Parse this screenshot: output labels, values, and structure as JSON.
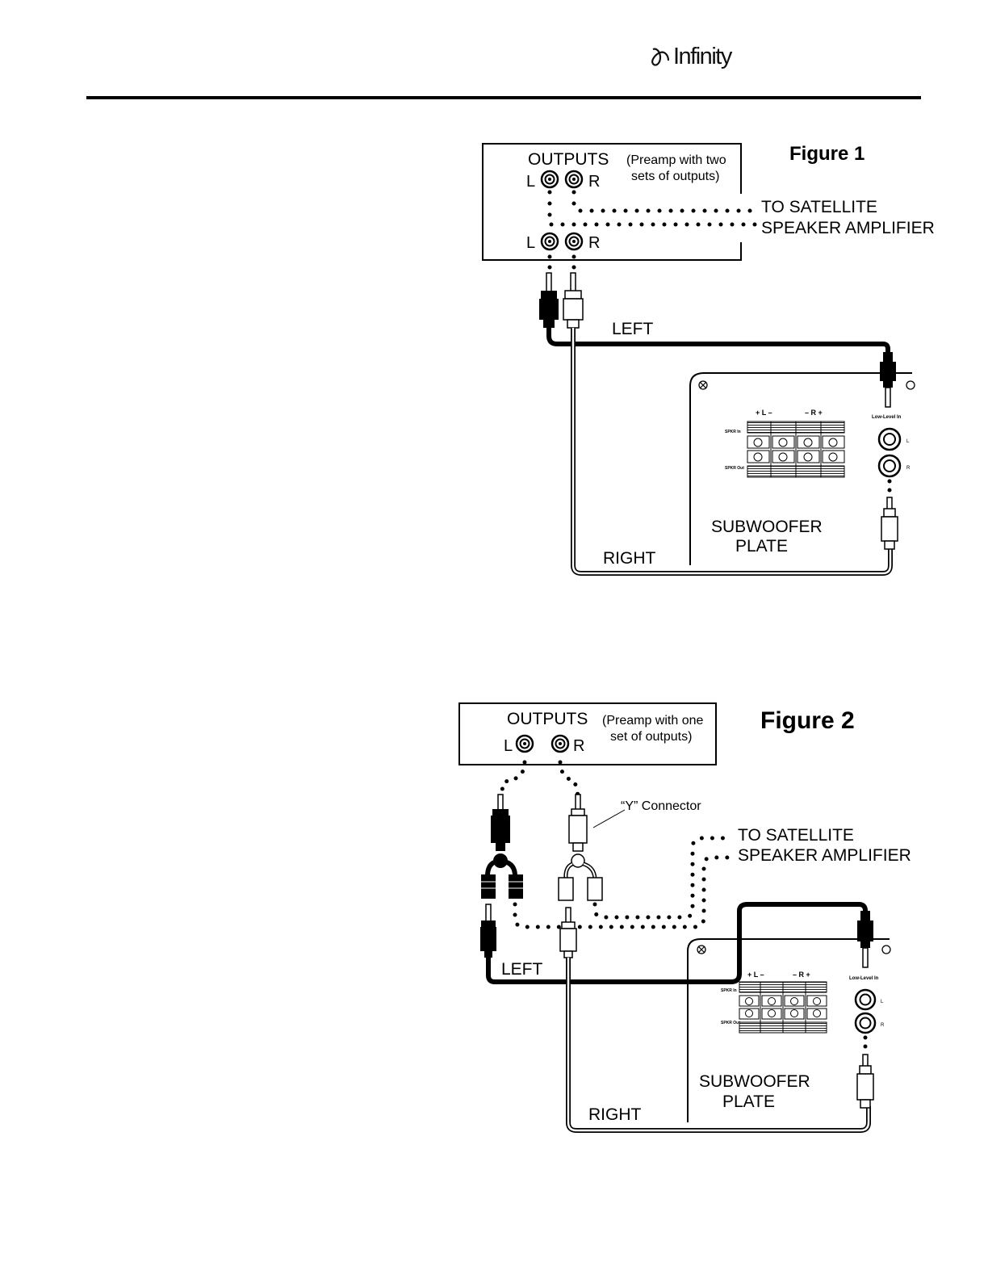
{
  "header": {
    "brand": "Infinity",
    "brand_mark": "infinity-logo-icon"
  },
  "figure1": {
    "title": "Figure 1",
    "outputs_label": "OUTPUTS",
    "preamp_note_line1": "(Preamp with two",
    "preamp_note_line2": "sets of outputs)",
    "l_label_top": "L",
    "r_label_top": "R",
    "l_label_bottom": "L",
    "r_label_bottom": "R",
    "satellite_line1": "TO SATELLITE",
    "satellite_line2": "SPEAKER AMPLIFIER",
    "left_cable": "LEFT",
    "right_cable": "RIGHT",
    "plate_line1": "SUBWOOFER",
    "plate_line2": "PLATE",
    "low_level_in": "Low-Level In",
    "spkr_in": "SPKR In",
    "spkr_out": "SPKR Out",
    "terminals_left": "+ L –",
    "terminals_right": "– R +",
    "jack_l": "L",
    "jack_r": "R"
  },
  "figure2": {
    "title": "Figure 2",
    "outputs_label": "OUTPUTS",
    "preamp_note_line1": "(Preamp with one",
    "preamp_note_line2": "set of outputs)",
    "l_label": "L",
    "r_label": "R",
    "y_connector": "“Y” Connector",
    "satellite_line1": "TO SATELLITE",
    "satellite_line2": "SPEAKER AMPLIFIER",
    "left_cable": "LEFT",
    "right_cable": "RIGHT",
    "plate_line1": "SUBWOOFER",
    "plate_line2": "PLATE",
    "low_level_in": "Low-Level In",
    "spkr_in": "SPKR In",
    "spkr_out": "SPKR Out",
    "terminals_left": "+ L –",
    "terminals_right": "– R +",
    "jack_l": "L",
    "jack_r": "R"
  }
}
